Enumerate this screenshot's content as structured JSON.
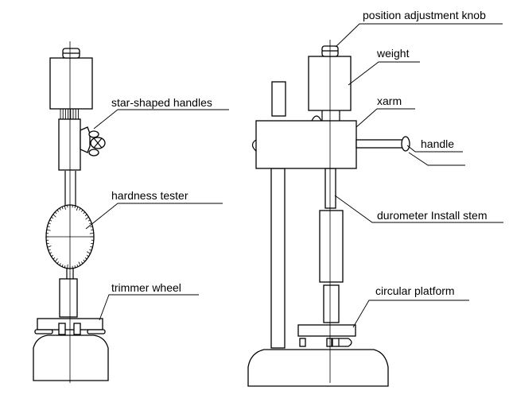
{
  "labels": {
    "left": {
      "star_handles": "star-shaped handles",
      "hardness_tester": "hardness tester",
      "trimmer_wheel": "trimmer wheel"
    },
    "right": {
      "position_knob": "position adjustment knob",
      "weight": "weight",
      "xarm": "xarm",
      "handle": "handle",
      "durometer_stem": "durometer Install stem",
      "circular_platform": "circular platform"
    }
  },
  "colors": {
    "line": "#000000",
    "background": "#ffffff"
  }
}
